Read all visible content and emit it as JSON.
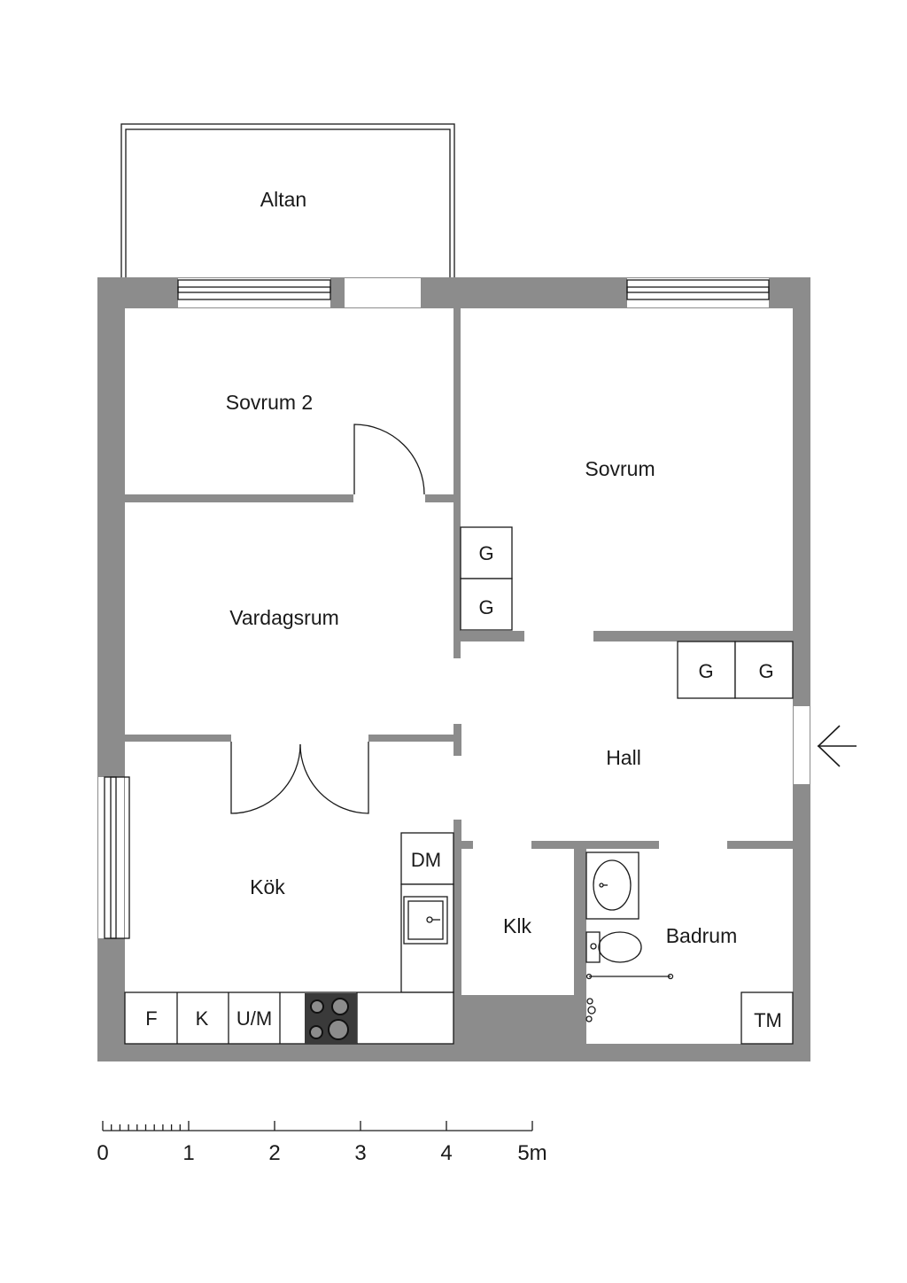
{
  "rooms": {
    "altan": "Altan",
    "sovrum2": "Sovrum 2",
    "sovrum": "Sovrum",
    "vardagsrum": "Vardagsrum",
    "hall": "Hall",
    "kok": "Kök",
    "klk": "Klk",
    "badrum": "Badrum"
  },
  "fixtures": {
    "closet": "G",
    "dishwasher": "DM",
    "fridge": "F",
    "freezer": "K",
    "oven": "U/M",
    "washer": "TM"
  },
  "scale": {
    "labels": [
      "0",
      "1",
      "2",
      "3",
      "4",
      "5m"
    ]
  },
  "colors": {
    "wall": "#8c8c8c",
    "line": "#1a1a1a",
    "stove": "#3a3a3a"
  }
}
